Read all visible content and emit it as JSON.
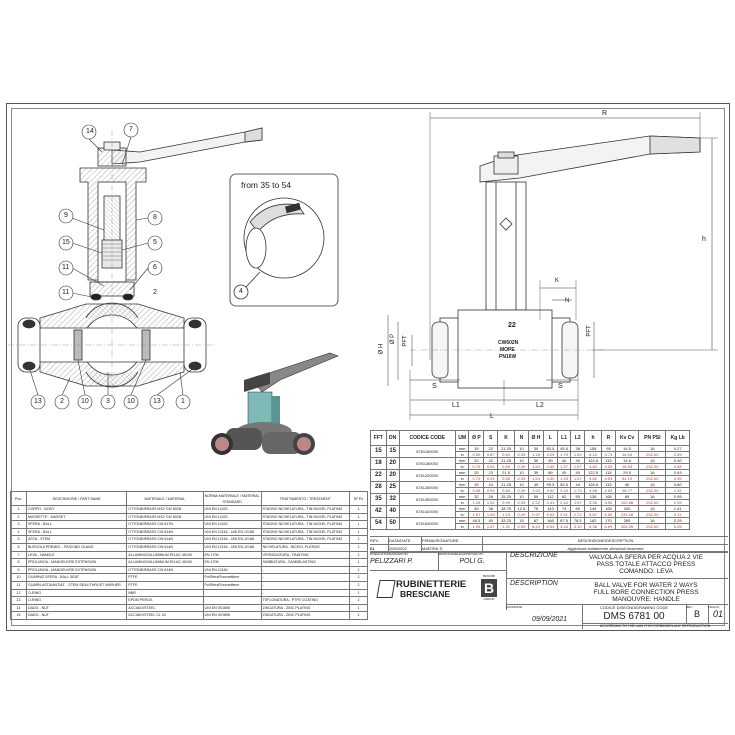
{
  "sheet": {
    "detail_title": "from 35 to 54",
    "callouts": [
      "14",
      "7",
      "9",
      "8",
      "15",
      "5",
      "11",
      "6",
      "11",
      "2",
      "13",
      "2",
      "10",
      "3",
      "10",
      "13",
      "1",
      "4"
    ],
    "dim_labels": {
      "R": "R",
      "h": "h",
      "K": "K",
      "N": "N",
      "S": "S",
      "L1": "L1",
      "L2": "L2",
      "L": "L",
      "OH": "Ø H",
      "OP": "Ø P",
      "PFT": "PFT",
      "PFT2": "PFT"
    },
    "body_marks": [
      "22",
      "CW602N",
      "MOPE",
      "PN16W"
    ]
  },
  "parts_table": {
    "headers": [
      "Pos.",
      "DESCRIZIONE / PART NAME",
      "MATERIALE / MATERIAL",
      "NORMA MATERIALE / MATERIAL STANDARD",
      "TRATTAMENTO / TREATMENT",
      "Nº Pz"
    ],
    "rows": [
      [
        "1",
        "CORPO - BODY",
        "OTTONE/BRASS MS2 CW 602N",
        "UNI EN 12420",
        "STAGNO NICHELATURA - TIN NICKEL PLATING",
        "1"
      ],
      [
        "2",
        "MASSETTE - MASSET",
        "OTTONE/BRASS MS2 CW 602N",
        "UNI EN 12420",
        "STAGNO NICHELATURA - TIN NICKEL PLATING",
        "1"
      ],
      [
        "3",
        "SFERA - BALL",
        "OTTONE/BRASS CW 617N",
        "UNI EN 12420",
        "STAGNO NICHELATURA - TIN NICKEL PLATING",
        "1"
      ],
      [
        "4",
        "SFERA - BALL",
        "OTTONE/BRASS CW 614N",
        "UNI EN 12164 - UNI EN 12168",
        "STAGNO NICHELATURA - TIN NICKEL PLATING",
        "1"
      ],
      [
        "5",
        "ASTA - STEM",
        "OTTONE/BRASS CW 614N",
        "UNI EN 12164 - UNI EN 12168",
        "STAGNO NICHELATURA - TIN NICKEL PLATING",
        "1"
      ],
      [
        "6",
        "BUSSOLA PREMIG. - PACKING GLAND",
        "OTTONE/BRASS CW 614N",
        "UNI EN 12164 - UNI EN 12168",
        "NICHELATURA - NICKEL PLATING",
        "1"
      ],
      [
        "7",
        "LEVA - HANDLE",
        "ALLUMINIO/ALUMINIUM EN-AC 46100",
        "EN 1706",
        "VERNICIATURA - PAINTING",
        "1"
      ],
      [
        "8",
        "PROLUNGA - MANOEUVRE EXTENSION",
        "ALLUMINIO/ALUMINIUM EN-AC 46100",
        "EN 1706",
        "SABBIATURA - SANDBLASTING",
        "1"
      ],
      [
        "9",
        "PROLUNGA - MANOEUVRE EXTENSION",
        "OTTONE/BRASS CW 614N",
        "UNI EN 12164",
        "-",
        "1"
      ],
      [
        "10",
        "GUARNIZ.SFERA - BALL SEAT",
        "PTFE",
        "PoliTetraFluoroetilene",
        "-",
        "2"
      ],
      [
        "11",
        "GUARN.ASTA/ANTIAT. - STEM SEAL/THRUST WASHER",
        "PTFE",
        "PoliTetraFluoroetilene",
        "-",
        "2"
      ],
      [
        "12",
        "O-RING",
        "NBR",
        "",
        "-",
        "1"
      ],
      [
        "13",
        "O-RING",
        "EPDM PEROX.",
        "",
        "TEFLONATURA - PTFE COATING",
        "2"
      ],
      [
        "14",
        "DADO - NUT",
        "ACCIAIO/STEEL",
        "UNI EN ISO898",
        "ZINCATURA - ZINC PLATING",
        "1"
      ],
      [
        "15",
        "DADO - NUT",
        "ACCIAIO/STEEL CL 04",
        "UNI EN ISO898",
        "ZINCATURA - ZINC PLATING",
        "1"
      ]
    ]
  },
  "dims_table": {
    "headers": [
      "FFT",
      "DN",
      "CODICE CODE",
      "UM",
      "Ø P",
      "S",
      "K",
      "N",
      "Ø H",
      "L",
      "L1",
      "L2",
      "h",
      "R",
      "Kv Cv",
      "PN PSI",
      "Kg Lb"
    ],
    "rows": [
      {
        "fft": "15",
        "dn": "15",
        "code": "6781150000",
        "mm": [
          "15",
          "22",
          "21.25",
          "10",
          "30",
          "83.5",
          "45.5",
          "38",
          "155",
          "95",
          "14.5",
          "16",
          "0.27"
        ],
        "in": [
          "0.59",
          "0.87",
          "0.84",
          "0.39",
          "1.18",
          "3.29",
          "1.79",
          "1.50",
          "6.10",
          "3.74",
          "16.94",
          "232.00",
          "0.59"
        ]
      },
      {
        "fft": "18",
        "dn": "20",
        "code": "6781180000",
        "mm": [
          "20",
          "22",
          "21.25",
          "10",
          "30",
          "90",
          "40",
          "40",
          "122.5",
          "115",
          "14.5",
          "16",
          "0.40"
        ],
        "in": [
          "0.79",
          "0.91",
          "0.84",
          "0.39",
          "1.54",
          "3.55",
          "1.57",
          "1.57",
          "4.82",
          "4.53",
          "16.94",
          "232.00",
          "0.88"
        ]
      },
      {
        "fft": "22",
        "dn": "20",
        "code": "6781220000",
        "mm": [
          "20",
          "23",
          "21.5",
          "10",
          "39",
          "89",
          "49",
          "40",
          "122.5",
          "115",
          "29.5",
          "16",
          "0.43"
        ],
        "in": [
          "0.79",
          "0.91",
          "0.85",
          "0.39",
          "1.54",
          "3.50",
          "1.93",
          "1.57",
          "4.82",
          "4.53",
          "34.10",
          "232.00",
          "0.95"
        ]
      },
      {
        "fft": "28",
        "dn": "25",
        "code": "6781280000",
        "mm": [
          "25",
          "24",
          "21.25",
          "10",
          "49",
          "99.5",
          "55.5",
          "44",
          "126.5",
          "115",
          "40",
          "16",
          "0.60"
        ],
        "in": [
          "0.98",
          "0.94",
          "0.84",
          "0.39",
          "1.93",
          "3.92",
          "2.19",
          "1.73",
          "4.98",
          "4.53",
          "46.77",
          "232.00",
          "1.32"
        ]
      },
      {
        "fft": "35",
        "dn": "32",
        "code": "6781350000",
        "mm": [
          "32",
          "26",
          "25.25",
          "10",
          "59",
          "112",
          "62",
          "50",
          "136",
          "165",
          "89",
          "16",
          "0.95"
        ],
        "in": [
          "1.26",
          "1.02",
          "0.99",
          "0.39",
          "2.32",
          "4.41",
          "2.44",
          "1.97",
          "5.35",
          "6.50",
          "102.88",
          "232.00",
          "2.09"
        ]
      },
      {
        "fft": "42",
        "dn": "40",
        "code": "6781420000",
        "mm": [
          "40",
          "38",
          "28.75",
          "12.5",
          "75",
          "143",
          "74",
          "69",
          "144",
          "165",
          "200",
          "16",
          "1.41"
        ],
        "in": [
          "1.57",
          "1.50",
          "1.13",
          "0.49",
          "2.97",
          "5.63",
          "2.91",
          "2.72",
          "5.67",
          "6.50",
          "231.08",
          "232.00",
          "3.11"
        ]
      },
      {
        "fft": "54",
        "dn": "50",
        "code": "6781540000",
        "mm": [
          "49.5",
          "40",
          "33.25",
          "15",
          "87",
          "166",
          "87.5",
          "78.5",
          "162",
          "170",
          "265",
          "16",
          "2.29"
        ],
        "in": [
          "1.95",
          "1.57",
          "1.31",
          "0.59",
          "3.43",
          "6.54",
          "3.44",
          "3.10",
          "6.38",
          "6.69",
          "306.35",
          "232.00",
          "5.05"
        ]
      },
      {
        "unit_mm": "mm",
        "unit_in": "in"
      }
    ]
  },
  "revision": {
    "headers": [
      "REV.",
      "DATA/DATE",
      "FIRMA/SIGNATURE",
      "DESCRIZIONE/DESCRIPTION"
    ],
    "rows": [
      [
        "01",
        "20/9/2022",
        "MARTINI S.",
        "Aggiornato trattamento sfera/ball treatment"
      ]
    ]
  },
  "title_block": {
    "drawn_by_label": "DISEGNATORE/DRAWN BY",
    "drawn_by": "PELIZZARI P.",
    "approved_label": "RESPONSABILE/APPROVED BY",
    "approved_by": "POLI G.",
    "desc_label_it": "DESCRIZIONE",
    "desc_it_1": "VALVOLA A SFERA PER ACQUA 2 VIE",
    "desc_it_2": "PASS.TOTALE ATTACCO PRESS",
    "desc_it_3": "COMANDO: LEVA",
    "desc_label_en": "DESCRIPTION",
    "desc_en_1": "BALL VALVE FOR WATER 2 WAYS",
    "desc_en_2": "FULL BORE CONNECTION PRESS",
    "desc_en_3": "MANOUVRE: HANDLE",
    "company_1": "RUBINETTERIE",
    "company_2": "BRESCIANE",
    "group_top": "BONOMI",
    "group_letter": "B",
    "group_bottom": "GROUP",
    "date_label": "DATA/DATE",
    "date": "09/09/2021",
    "code_label": "CODICE DISEGNO/DRAWING CODE",
    "code": "DMS 6781 00",
    "rev_label": "REV.",
    "rev": "B",
    "sheet_label": "FOGLIO",
    "sheet": "01",
    "law_note": "ACCORDING TO THE LAW IT IS FORBIDDEN ANY REPRODUCTION"
  }
}
